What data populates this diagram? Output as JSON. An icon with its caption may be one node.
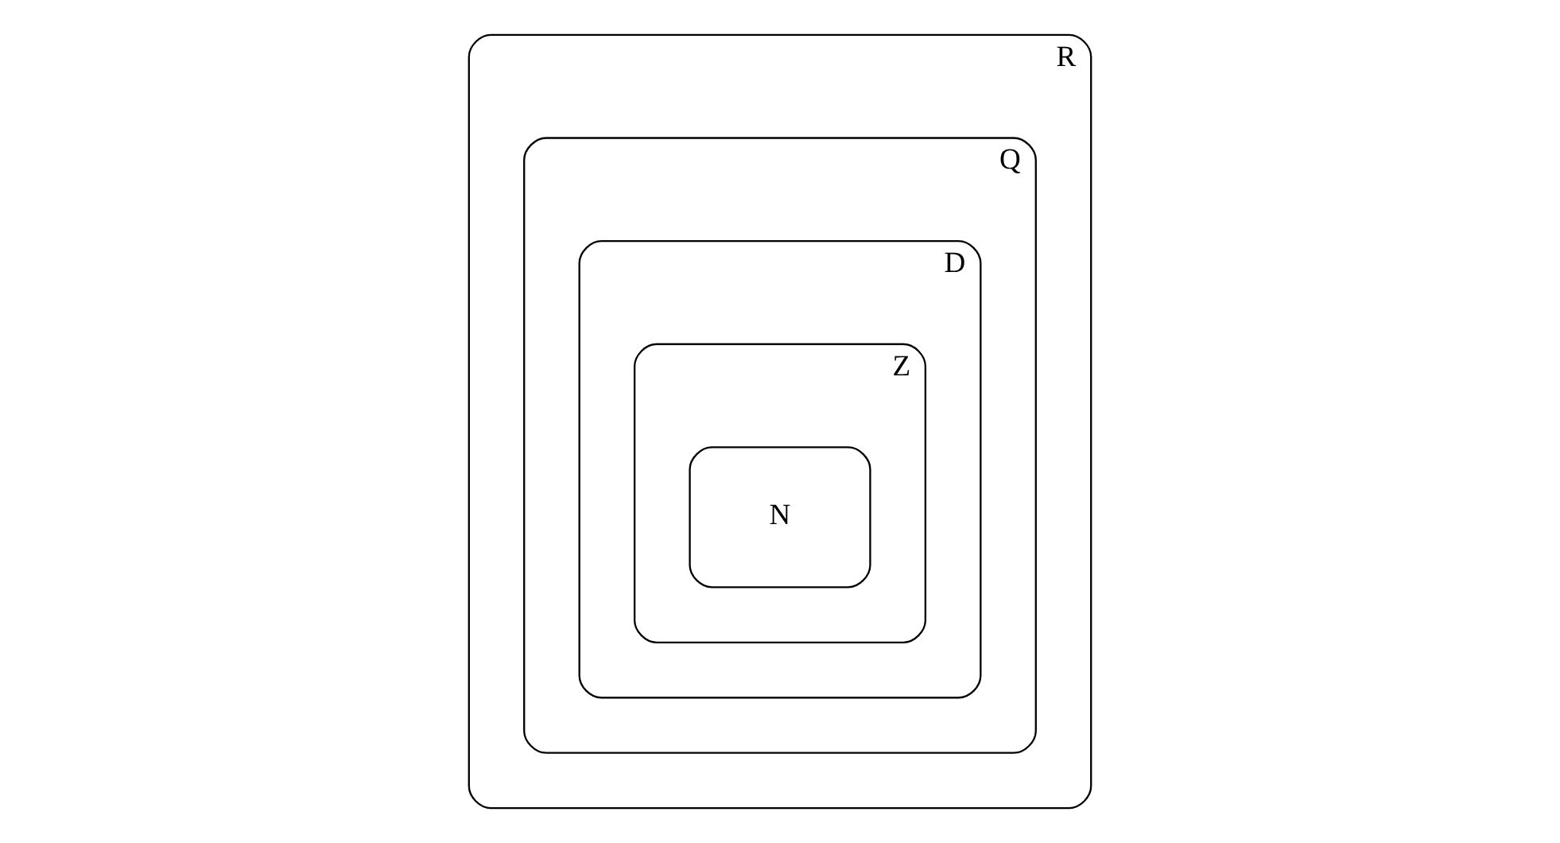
{
  "diagram": {
    "nodes": [
      {
        "text": [
          "R"
        ]
      },
      {
        "text": [
          "Q"
        ],
        "in": 0
      },
      {
        "text": [
          "D"
        ],
        "in": 1
      },
      {
        "text": [
          "Z"
        ],
        "in": 2
      },
      {
        "text": [
          "N"
        ],
        "in": 3
      }
    ]
  }
}
